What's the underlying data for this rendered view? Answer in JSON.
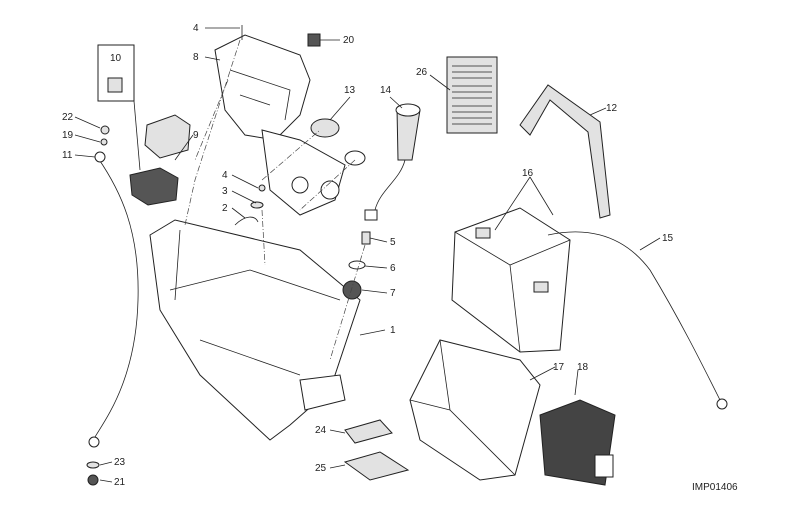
{
  "diagram": {
    "code": "IMP01406",
    "labels": [
      "10",
      "22",
      "19",
      "11",
      "9",
      "4",
      "8",
      "20",
      "13",
      "14",
      "26",
      "12",
      "16",
      "15",
      "4",
      "3",
      "2",
      "5",
      "6",
      "7",
      "1",
      "17",
      "18",
      "24",
      "25",
      "23",
      "21"
    ]
  }
}
